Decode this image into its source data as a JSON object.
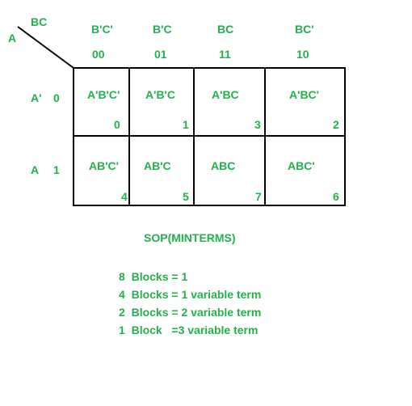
{
  "kmap": {
    "row_var": "A",
    "col_var": "BC",
    "columns": [
      {
        "term": "B'C'",
        "code": "00"
      },
      {
        "term": "B'C",
        "code": "01"
      },
      {
        "term": "BC",
        "code": "11"
      },
      {
        "term": "BC'",
        "code": "10"
      }
    ],
    "rows": [
      {
        "term": "A'",
        "code": "0"
      },
      {
        "term": "A",
        "code": "1"
      }
    ],
    "cells": [
      [
        {
          "term": "A'B'C'",
          "minterm": "0"
        },
        {
          "term": "A'B'C",
          "minterm": "1"
        },
        {
          "term": "A'BC",
          "minterm": "3"
        },
        {
          "term": "A'BC'",
          "minterm": "2"
        }
      ],
      [
        {
          "term": "AB'C'",
          "minterm": "4"
        },
        {
          "term": "AB'C",
          "minterm": "5"
        },
        {
          "term": "ABC",
          "minterm": "7"
        },
        {
          "term": "ABC'",
          "minterm": "6"
        }
      ]
    ]
  },
  "title": "SOP(MINTERMS)",
  "rules": [
    {
      "count": "8",
      "unit": "Blocks",
      "eq": "=",
      "value": "1",
      "suffix": ""
    },
    {
      "count": "4",
      "unit": "Blocks",
      "eq": "=",
      "value": "1",
      "suffix": "variable term"
    },
    {
      "count": "2",
      "unit": "Blocks",
      "eq": "=",
      "value": "2",
      "suffix": "variable term"
    },
    {
      "count": "1",
      "unit": "Block",
      "eq": "=",
      "value": "3",
      "suffix": "variable term"
    }
  ],
  "colors": {
    "text": "#22b14c",
    "grid": "#000000"
  }
}
